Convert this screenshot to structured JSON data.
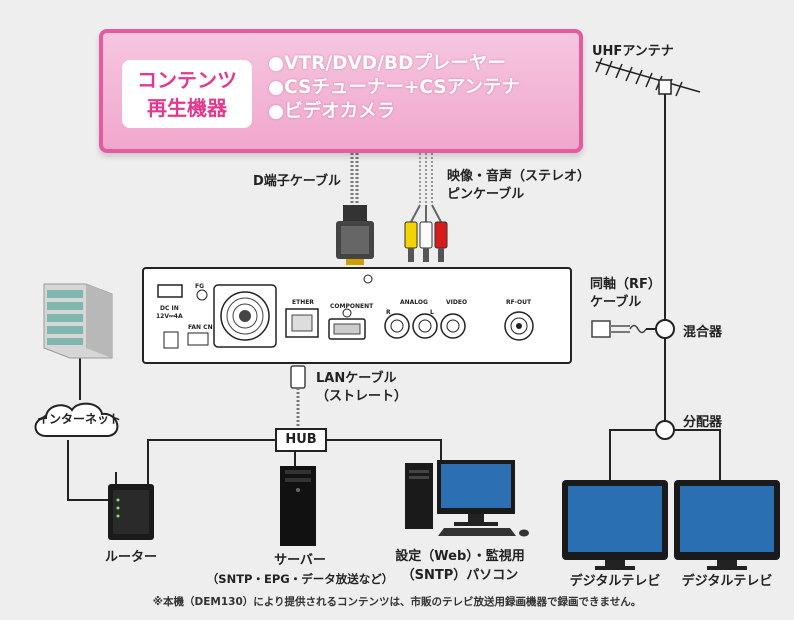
{
  "content_box": {
    "title_line1": "コンテンツ",
    "title_line2": "再生機器",
    "items": [
      "●VTR/DVD/BDプレーヤー",
      "●CSチューナー+CSアンテナ",
      "●ビデオカメラ"
    ]
  },
  "cables": {
    "d_cable": "D端子ケーブル",
    "pin_cable_line1": "映像・音声（ステレオ）",
    "pin_cable_line2": "ピンケーブル",
    "coax_line1": "同軸（RF）",
    "coax_line2": "ケーブル",
    "lan_line1": "LANケーブル",
    "lan_line2": "（ストレート）"
  },
  "device_panel": {
    "fg": "FG",
    "dc_in_line1": "DC IN",
    "dc_in_line2": "12V⎓4A",
    "fan_cn": "FAN CN",
    "ether": "ETHER",
    "component": "COMPONENT",
    "analog": "ANALOG",
    "video": "VIDEO",
    "r": "R",
    "l": "L",
    "rf_out": "RF-OUT"
  },
  "antenna_label": "UHFアンテナ",
  "mixer_label": "混合器",
  "splitter_label": "分配器",
  "internet_label": "インターネット",
  "hub_label": "HUB",
  "router_label": "ルーター",
  "server_line1": "サーバー",
  "server_line2": "（SNTP・EPG・データ放送など）",
  "pc_line1": "設定（Web）・監視用",
  "pc_line2": "（SNTP）パソコン",
  "tv_labels": [
    "デジタルテレビ",
    "デジタルテレビ"
  ],
  "footnote": "※本機（DEM130）により提供されるコンテンツは、市販のテレビ放送用録画機器で録画できません。",
  "colors": {
    "accent": "#e2388d",
    "panel_pink": "#f0a6cc",
    "line": "#222222"
  }
}
